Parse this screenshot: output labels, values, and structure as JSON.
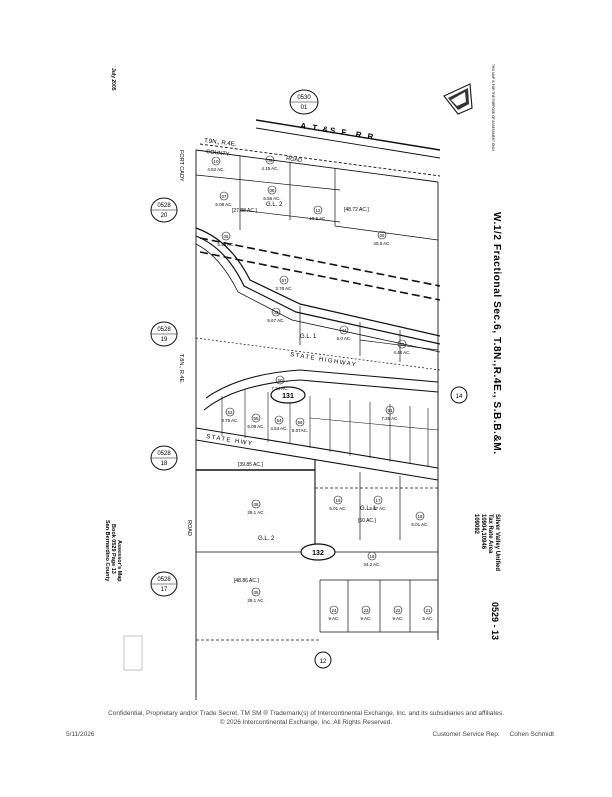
{
  "map": {
    "date_stamp": "July 2005",
    "title": "W.1/2 Fractional Sec.6, T.8N.,R.4E., S.B.B.&M.",
    "district_line1": "Silver Valley Unified",
    "district_line2": "Tax Rate Area",
    "district_line3": "10904,10946",
    "district_line4": "109092",
    "page_number": "0529 - 13",
    "assessor_line1": "Assessor's Map",
    "assessor_line2": "Book 0529 Page 13",
    "assessor_line3": "San Bernardino County",
    "seal_text": "THIS MAP IS FOR THE PURPOSE OF ASSESSMENT ONLY",
    "ref_top": {
      "book": "0530",
      "page": "01"
    },
    "ref_left_1": {
      "book": "0528",
      "page": "20"
    },
    "ref_left_2": {
      "book": "0528",
      "page": "19"
    },
    "ref_left_3": {
      "book": "0528",
      "page": "18"
    },
    "ref_left_4": {
      "book": "0528",
      "page": "17"
    },
    "ref_right": "14",
    "ref_bottom": "12",
    "block_131": "131",
    "block_132": "132",
    "road_state_highway": "STATE HIGHWAY",
    "road_state_hwy": "STATE HWY",
    "road_ft_cady": "FORT CADY",
    "road_county": "COUNTY",
    "road_label": "ROAD",
    "railroad": "A.T.&S.F. R.R.",
    "township_top": "T.9N., R.4E.",
    "township_left": "T.8N., R.4E.",
    "lot_label": "G.L. 2",
    "lot_label_2": "G.L. 1",
    "lot_label_3": "G.L. 1",
    "lot_label_4": "G.L. 2",
    "parcels_top": [
      {
        "num": "10",
        "area": "4.52 AC."
      },
      {
        "num": "09",
        "area": "4.15 AC."
      },
      {
        "num": "07",
        "area": "5.08 AC."
      },
      {
        "num": "08",
        "area": "6.56 AC."
      },
      {
        "num": "12",
        "area": "10.5 AC."
      },
      {
        "num": "06",
        "area": "40.5 AC."
      },
      {
        "num": "05",
        "area": "5.48 AC."
      },
      {
        "num": "57",
        "area": "3.78 AC."
      },
      {
        "num": "03",
        "area": "5.67 AC."
      },
      {
        "num": "44",
        "area": "6.0 AC."
      },
      {
        "num": "45",
        "area": "4.48 AC."
      }
    ],
    "parcels_mid": [
      {
        "num": "50",
        "area": "7.24 AC."
      },
      {
        "num": "53",
        "area": "4.76 AC."
      },
      {
        "num": "55",
        "area": "5.09 AC."
      },
      {
        "num": "54",
        "area": "4.54 AC."
      },
      {
        "num": "56",
        "area": "5.07AC."
      },
      {
        "num": "51",
        "area": "7.28 AC."
      }
    ],
    "parcels_bottom": [
      {
        "num": "08",
        "area": "29.1 AC."
      },
      {
        "num": "16",
        "area": "5.01 AC."
      },
      {
        "num": "17",
        "area": "5.07 AC."
      },
      {
        "num": "18",
        "area": "5.01 AC."
      },
      {
        "num": "19",
        "area": "34.2 AC."
      },
      {
        "num": "05",
        "area": "29.1 AC."
      },
      {
        "num": "24",
        "area": "5 AC."
      },
      {
        "num": "23",
        "area": "5 AC."
      },
      {
        "num": "22",
        "area": "5 AC."
      },
      {
        "num": "21",
        "area": "5 AC."
      }
    ],
    "acreage_brackets": [
      "[27.88 AC.]",
      "[48.72 AC.]",
      "[39.85 AC.]",
      "[48.86 AC.]",
      "[60 AC.]"
    ]
  },
  "footer": {
    "confidential": "Confidential, Proprietary and/or Trade Secret.  TM SM ® Trademark(s) of Intercontinental Exchange, Inc. and its subsidiaries and affiliates.",
    "copyright": "© 2026 Intercontinental Exchange, Inc. All Rights Reserved.",
    "date": "5/11/2026",
    "rep_label": "Customer Service Rep:",
    "rep_name": "Cohen Schmidt"
  }
}
